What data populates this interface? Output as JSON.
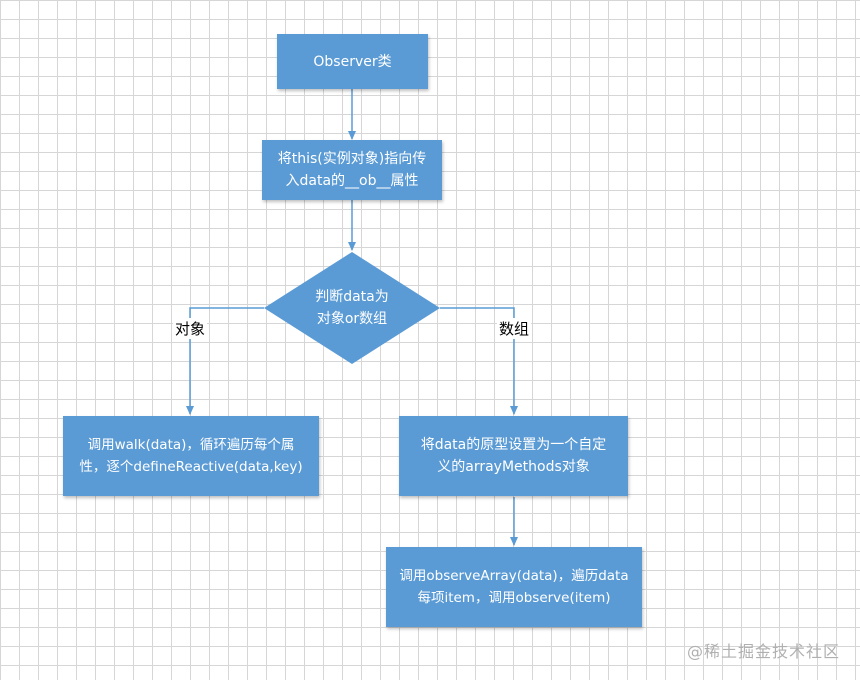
{
  "nodes": {
    "observer_class": "Observer类",
    "bind_ob": "将this(实例对象)指向传\n入data的__ob__属性",
    "decision": "判断data为\n对象or数组",
    "walk": "调用walk(data)，循环遍历每个属\n性，逐个defineReactive(data,key)",
    "proto": "将data的原型设置为一个自定\n义的arrayMethods对象",
    "observe_array": "调用observeArray(data)，遍历data\n每项item，调用observe(item)"
  },
  "edge_labels": {
    "object": "对象",
    "array": "数组"
  },
  "watermark": "@稀土掘金技术社区",
  "colors": {
    "node_fill": "#5b9bd5",
    "node_text": "#ffffff",
    "connector": "#5b9bd5",
    "grid": "#d6d6d6"
  }
}
